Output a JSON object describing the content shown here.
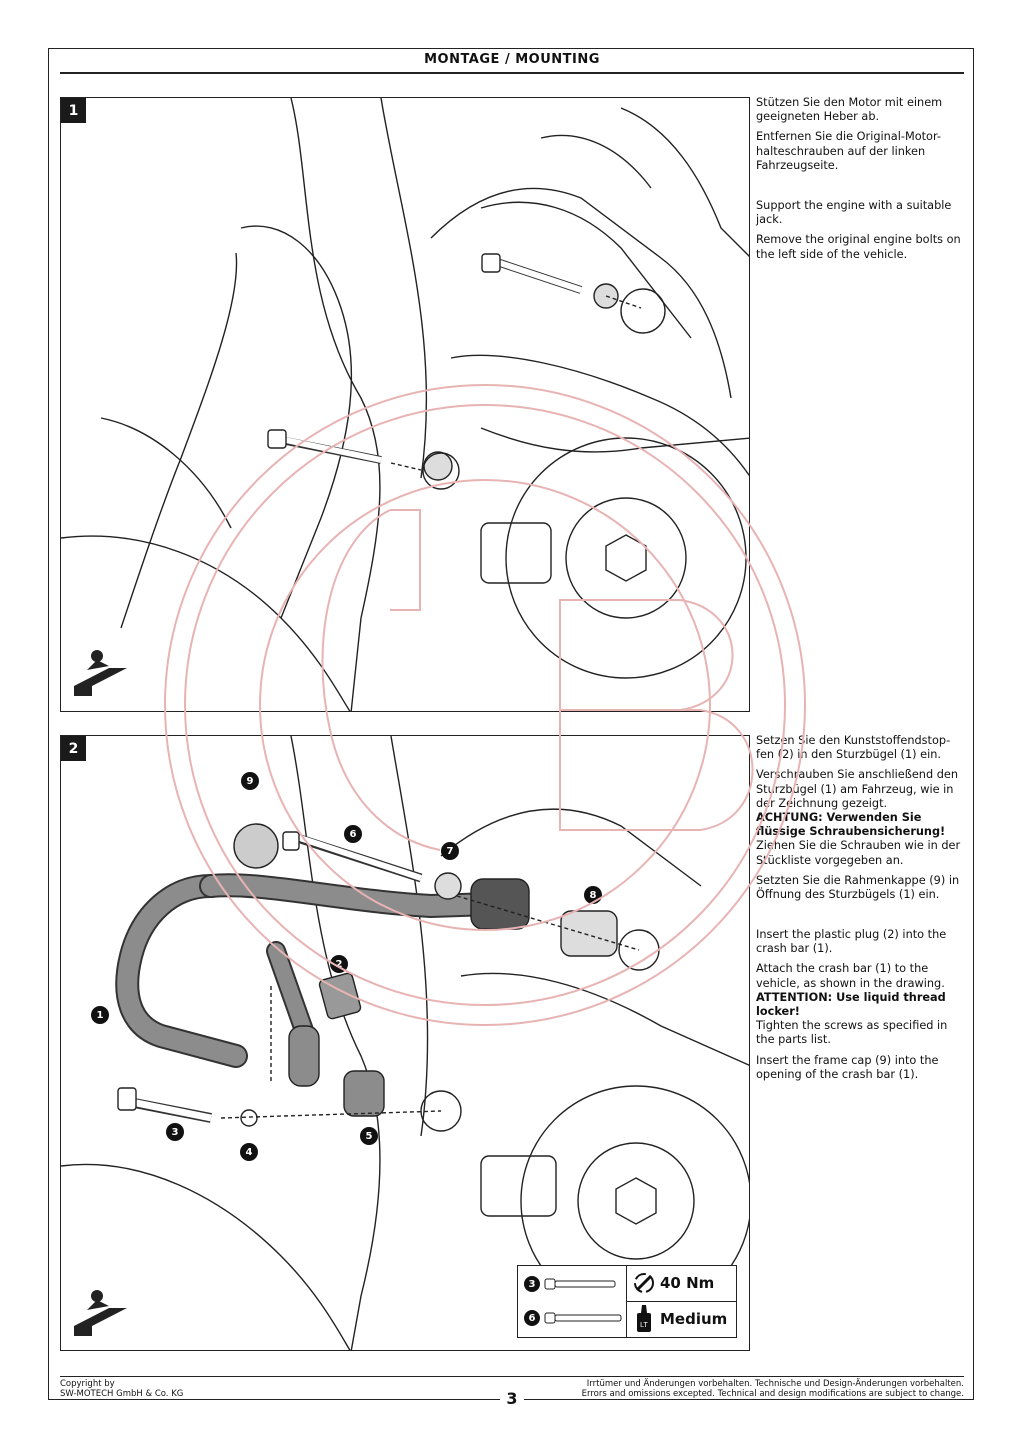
{
  "header": {
    "title": "MONTAGE / MOUNTING"
  },
  "steps": [
    {
      "number": "1",
      "de": [
        "Stützen Sie den Motor mit einem geeigneten Heber ab.",
        "Entfernen Sie die Original-Motor-halteschrauben auf der linken Fahrzeugseite."
      ],
      "en": [
        "Support the engine with a suitable jack.",
        "Remove the original engine bolts on the left side of the vehicle."
      ]
    },
    {
      "number": "2",
      "de_1": "Setzen Sie den Kunststoffendstop-fen (2) in den Sturzbügel (1) ein.",
      "de_2": "Verschrauben Sie anschließend den Sturzbügel (1) am Fahrzeug, wie in der Zeichnung gezeigt.",
      "de_warn": "ACHTUNG: Verwenden Sie flüssige Schraubensicherung!",
      "de_3": "Ziehen Sie die Schrauben wie in der Stückliste vorgegeben an.",
      "de_4": "Setzten Sie die Rahmenkappe (9) in Öffnung des Sturzbügels (1) ein.",
      "en_1": "Insert the plastic plug (2) into the crash bar (1).",
      "en_2": "Attach the crash bar (1) to the vehicle, as shown in the drawing.",
      "en_warn": "ATTENTION: Use liquid thread locker!",
      "en_3": "Tighten the screws as specified in the parts list.",
      "en_4": "Insert the frame cap (9) into the opening of the crash bar (1).",
      "callouts": [
        "1",
        "2",
        "3",
        "4",
        "5",
        "6",
        "7",
        "8",
        "9"
      ]
    }
  ],
  "spec": {
    "part_a": "3",
    "part_b": "6",
    "torque": "40 Nm",
    "threadlocker": "Medium",
    "torque_icon": "torque-wrench-icon",
    "threadlocker_icon": "threadlocker-bottle-icon"
  },
  "footer": {
    "copyright_1": "Copyright by",
    "copyright_2": "SW-MOTECH GmbH & Co. KG",
    "page": "3",
    "disclaimer_de": "Irrtümer und Änderungen vorbehalten. Technische und Design-Änderungen vorbehalten.",
    "disclaimer_en": "Errors and omissions excepted. Technical and design modifications are subject to change."
  },
  "colors": {
    "watermark": "#e8b3b3",
    "ink": "#111111",
    "part_fill": "#8c8c8c"
  }
}
